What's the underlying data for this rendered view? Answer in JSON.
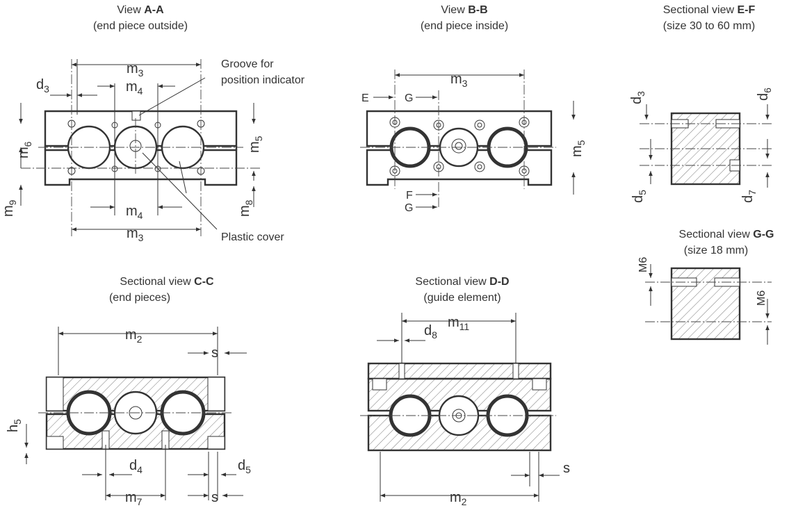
{
  "captions": {
    "aa": {
      "line1": "View ",
      "bold": "A-A",
      "line2": "(end piece outside)"
    },
    "bb": {
      "line1": "View ",
      "bold": "B-B",
      "line2": "(end piece inside)"
    },
    "ef": {
      "line1": "Sectional view ",
      "bold": "E-F",
      "line2": "(size 30 to 60 mm)"
    },
    "gg": {
      "line1": "Sectional view ",
      "bold": "G-G",
      "line2": "(size 18 mm)"
    },
    "cc": {
      "line1": "Sectional view ",
      "bold": "C-C",
      "line2": "(end pieces)"
    },
    "dd": {
      "line1": "Sectional view ",
      "bold": "D-D",
      "line2": "(guide element)"
    }
  },
  "dims": {
    "m": "m",
    "d": "d",
    "h": "h",
    "s": "s",
    "M6": "M6",
    "s3": "3",
    "s4": "4",
    "s5": "5",
    "s6": "6",
    "s7": "7",
    "s8": "8",
    "s9": "9",
    "s2": "2",
    "s11": "11"
  },
  "notes": {
    "groove": [
      "Groove for",
      "position indicator"
    ],
    "plastic": "Plastic cover"
  },
  "section_marks": {
    "E": "E",
    "F": "F",
    "G": "G"
  }
}
